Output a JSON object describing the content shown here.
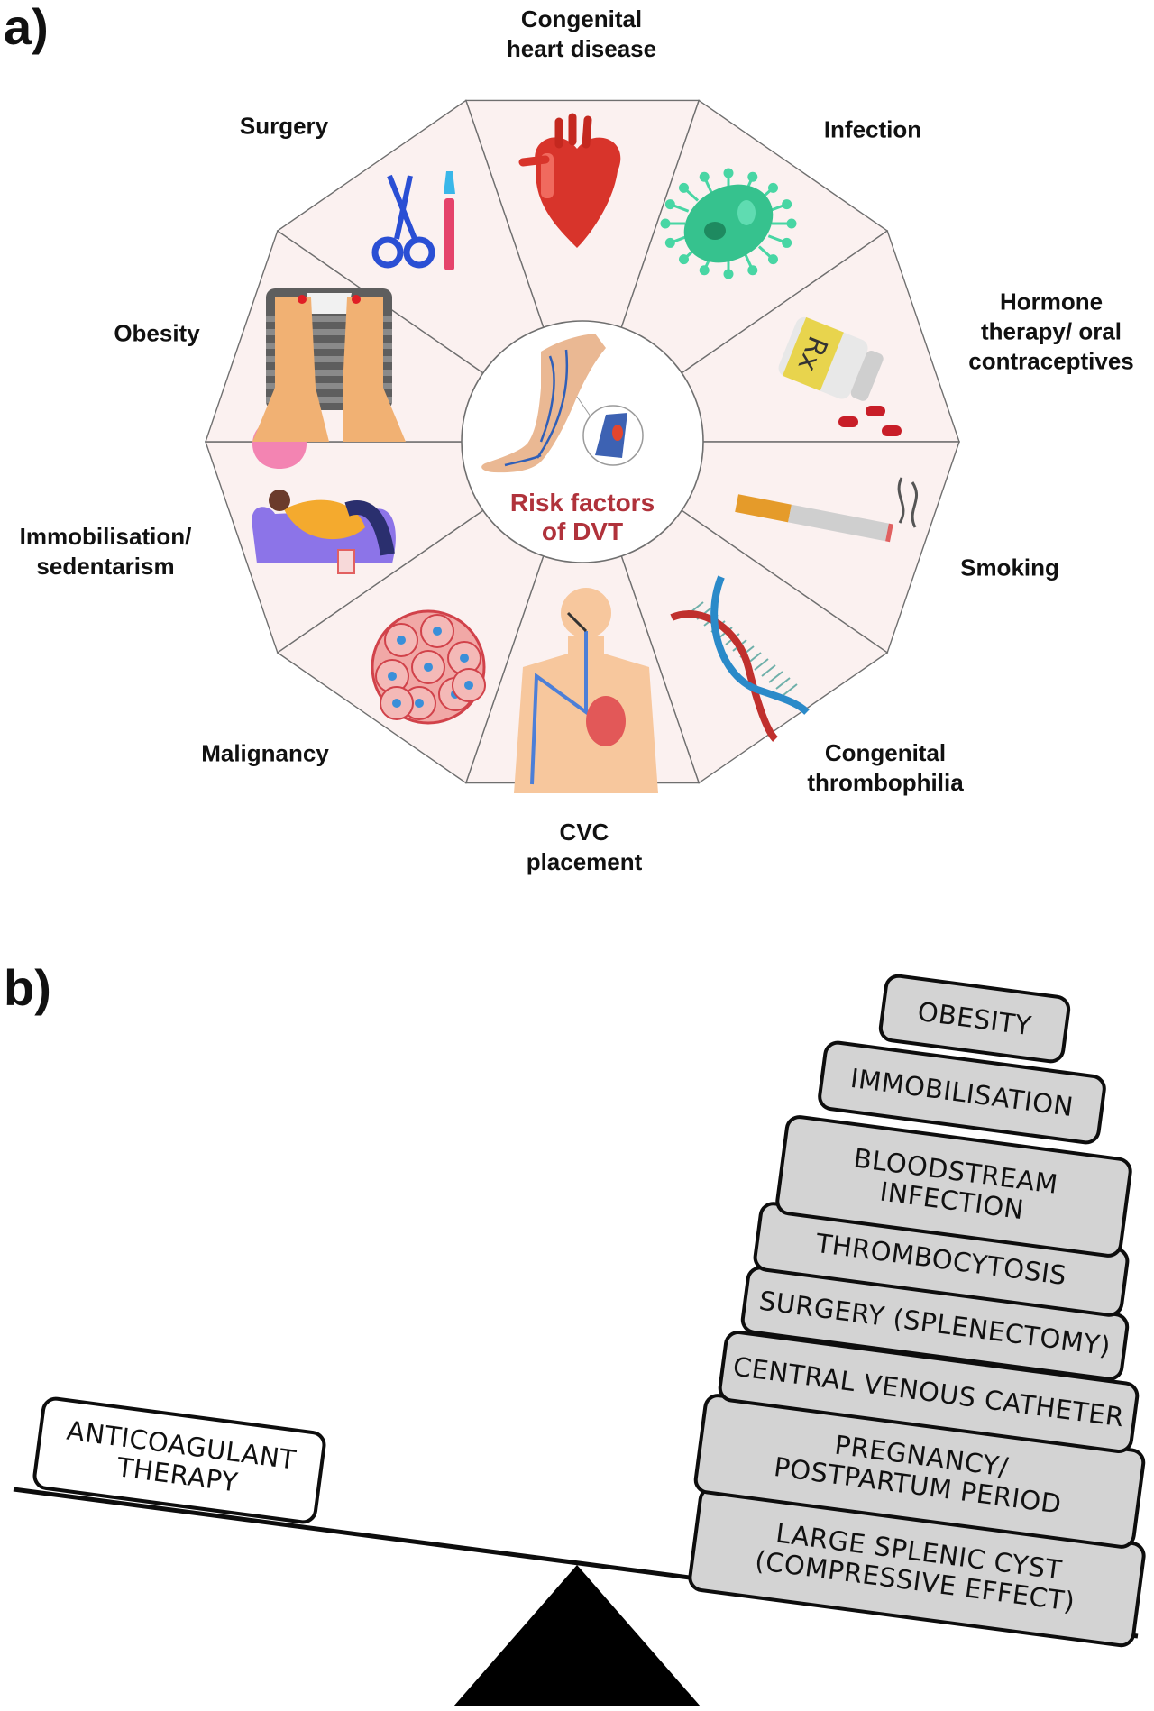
{
  "panel_a": {
    "label": "a)",
    "center": {
      "title_line1": "Risk factors",
      "title_line2": "of DVT",
      "icon": "leg-vein-thrombus-icon"
    },
    "colors": {
      "segment_fill": "#fbf1f0",
      "segment_stroke": "#6f6f6f",
      "center_title": "#b0323b"
    },
    "risk_factors": [
      {
        "id": "congenital-heart-disease",
        "line1": "Congenital",
        "line2": "heart disease",
        "icon": "heart-icon"
      },
      {
        "id": "infection",
        "line1": "Infection",
        "line2": "",
        "icon": "bacteria-icon"
      },
      {
        "id": "hormone-therapy",
        "line1": "Hormone",
        "line2": "therapy/ oral",
        "line3": "contraceptives",
        "icon": "pill-bottle-icon"
      },
      {
        "id": "smoking",
        "line1": "Smoking",
        "line2": "",
        "icon": "cigarette-icon"
      },
      {
        "id": "congenital-thrombophilia",
        "line1": "Congenital",
        "line2": "thrombophilia",
        "icon": "dna-icon"
      },
      {
        "id": "cvc-placement",
        "line1": "CVC",
        "line2": "placement",
        "icon": "central-venous-catheter-icon"
      },
      {
        "id": "malignancy",
        "line1": "Malignancy",
        "line2": "",
        "icon": "tumor-cells-icon"
      },
      {
        "id": "immobilisation",
        "line1": "Immobilisation/",
        "line2": "sedentarism",
        "icon": "couch-person-icon"
      },
      {
        "id": "obesity",
        "line1": "Obesity",
        "line2": "",
        "icon": "weight-scale-icon"
      },
      {
        "id": "surgery",
        "line1": "Surgery",
        "line2": "",
        "icon": "surgical-tools-icon"
      }
    ]
  },
  "panel_b": {
    "label": "b)",
    "left_block": {
      "text": "ANTICOAGULANT\nTHERAPY"
    },
    "stack": [
      {
        "text": "OBESITY"
      },
      {
        "text": "IMMOBILISATION"
      },
      {
        "text": "BLOODSTREAM\nINFECTION"
      },
      {
        "text": "THROMBOCYTOSIS"
      },
      {
        "text": "SURGERY (SPLENECTOMY)"
      },
      {
        "text": "CENTRAL VENOUS CATHETER"
      },
      {
        "text": "PREGNANCY/\nPOSTPARTUM PERIOD"
      },
      {
        "text": "LARGE SPLENIC CYST\n(COMPRESSIVE EFFECT)"
      }
    ],
    "colors": {
      "block_fill": "#d3d3d3",
      "left_block_fill": "#ffffff",
      "stroke": "#0d0d0d",
      "fulcrum": "#000000"
    }
  }
}
